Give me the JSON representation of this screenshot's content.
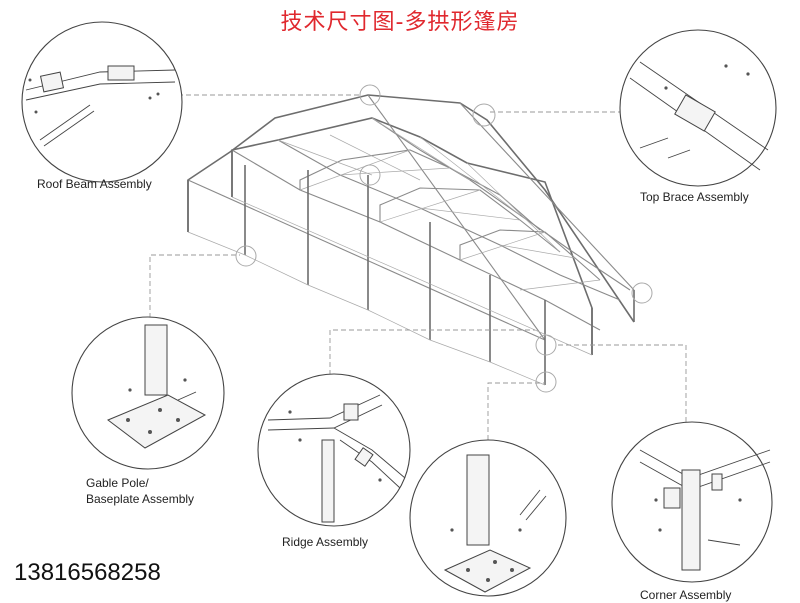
{
  "title": "技术尺寸图-多拱形篷房",
  "labels": {
    "roof_beam": "Roof Beam Assembly",
    "top_brace": "Top Brace Assembly",
    "gable_pole_1": "Gable Pole/",
    "gable_pole_2": "Baseplate Assembly",
    "ridge": "Ridge Assembly",
    "corner": "Corner Assembly"
  },
  "phone": "13816568258",
  "colors": {
    "title": "#e0282e",
    "line": "#555555",
    "structure": "#777777"
  }
}
